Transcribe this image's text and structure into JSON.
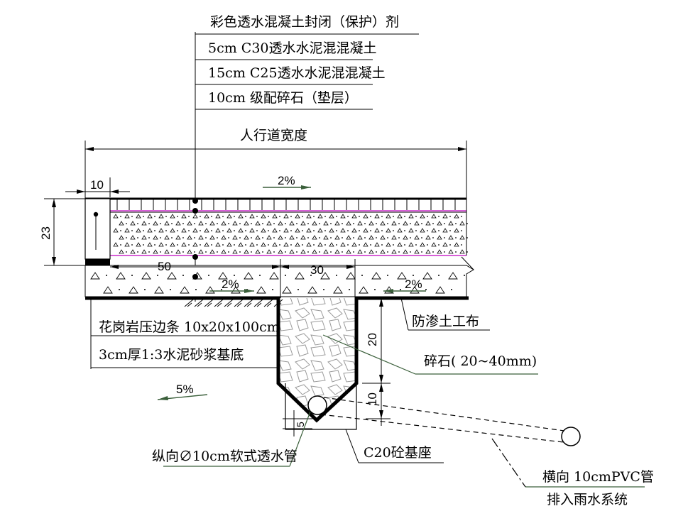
{
  "layers": [
    "彩色透水混凝土封闭（保护）剂",
    "5cm C30透水水泥混混凝土",
    "15cm C25透水水泥混混凝土",
    "10cm 级配碎石（垫层）"
  ],
  "dimensions": {
    "width_label": "人行道宽度",
    "d10": "10",
    "d23": "23",
    "d50": "50",
    "d30": "30",
    "d20": "20",
    "d10b": "10",
    "d5": "5"
  },
  "slopes": {
    "top": "2%",
    "mid_left": "2%",
    "mid_right": "2%",
    "lower_left": "5%"
  },
  "callouts": {
    "curb": "花岗岩压边条 10x20x100cm",
    "mortar": "3cm厚1:3水泥砂浆基底",
    "geotextile": "防渗土工布",
    "gravel": "碎石(  20~40mm)",
    "base": "C20砼基座",
    "pipe_long": "纵向∅10cm软式透水管",
    "pipe_trans_1": "横向 10cmPVC管",
    "pipe_trans_2": "排入雨水系统"
  },
  "colors": {
    "line": "#000000",
    "leader": "#3a5f3a",
    "layer_line": "#c000c0",
    "gravel_line": "#9a9a9a"
  }
}
